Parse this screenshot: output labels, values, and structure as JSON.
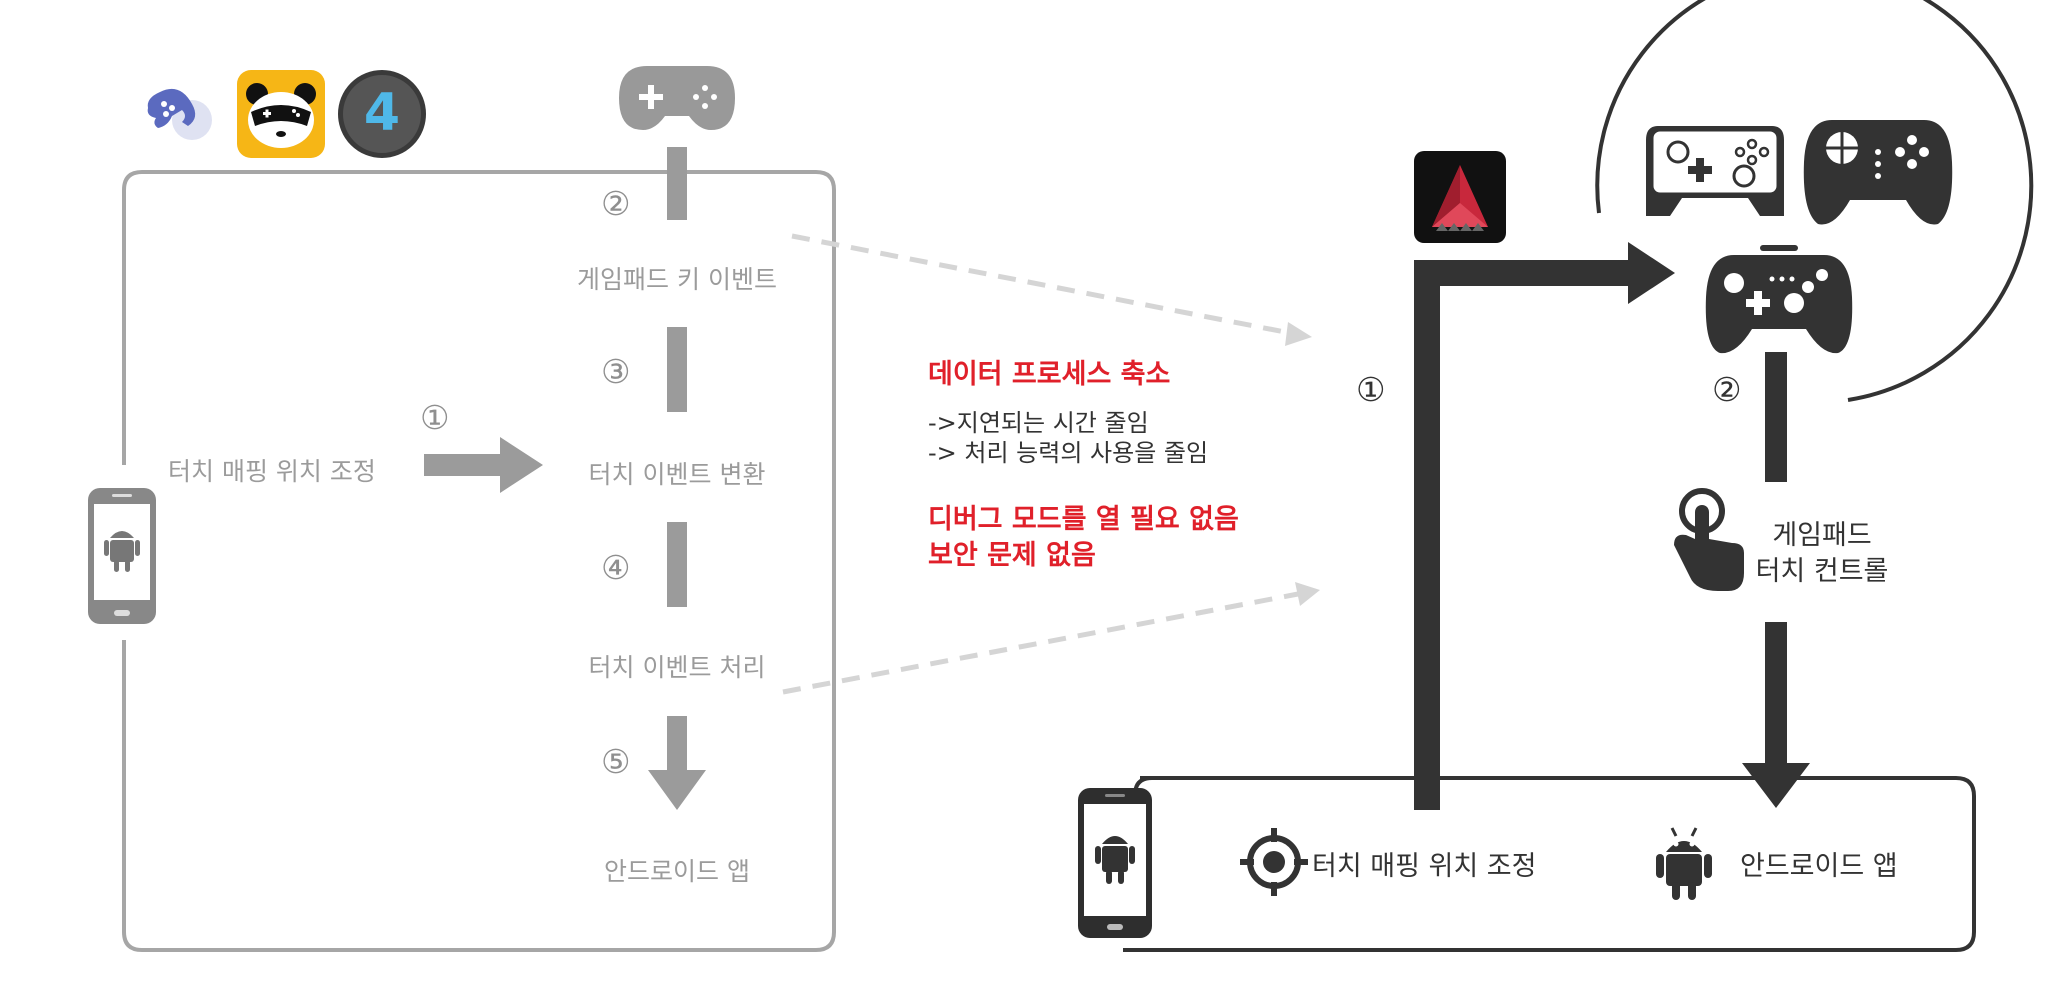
{
  "left": {
    "step1_number": "①",
    "step1_label": "터치 매핑 위치 조정",
    "step2_number": "②",
    "step2_label": "게임패드 키 이벤트",
    "step3_number": "③",
    "step3_label": "터치 이벤트 변환",
    "step4_number": "④",
    "step4_label": "터치 이벤트 처리",
    "step5_number": "⑤",
    "step5_label": "안드로이드 앱",
    "app_icon_text": "4"
  },
  "middle": {
    "headline": "데이터 프로세스 축소",
    "line1": "->지연되는 시간 줄임",
    "line2": "-> 처리 능력의 사용을 줄임",
    "bold1": "디버그 모드를 열 필요 없음",
    "bold2": "보안 문제 없음"
  },
  "right": {
    "step1_number": "①",
    "step2_number": "②",
    "touch_control_line1": "게임패드",
    "touch_control_line2": "터치 컨트롤",
    "bottom_mapping_label": "터치 매핑 위치 조정",
    "bottom_app_label": "안드로이드 앱"
  },
  "colors": {
    "gray": "#9b9b9b",
    "dark": "#333333",
    "red": "#e0202a",
    "dashed": "#d5d5d5",
    "octopus": "#5b6abf",
    "panda_bg": "#f6b616",
    "app_red": "#c8283c"
  }
}
